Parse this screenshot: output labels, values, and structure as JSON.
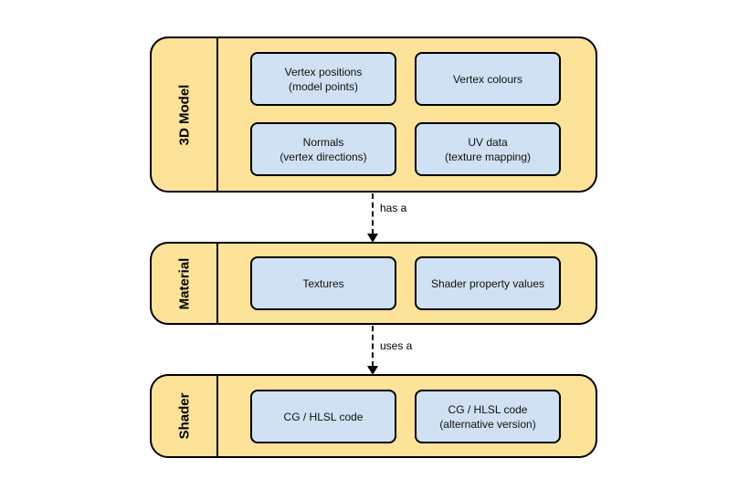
{
  "groups": [
    {
      "label": "3D Model",
      "boxes": [
        {
          "lines": [
            "Vertex positions",
            "(model points)"
          ]
        },
        {
          "lines": [
            "Vertex colours"
          ]
        },
        {
          "lines": [
            "Normals",
            "(vertex directions)"
          ]
        },
        {
          "lines": [
            "UV data",
            "(texture mapping)"
          ]
        }
      ]
    },
    {
      "label": "Material",
      "boxes": [
        {
          "lines": [
            "Textures"
          ]
        },
        {
          "lines": [
            "Shader property values"
          ]
        }
      ]
    },
    {
      "label": "Shader",
      "boxes": [
        {
          "lines": [
            "CG / HLSL code"
          ]
        },
        {
          "lines": [
            "CG / HLSL code",
            "(alternative version)"
          ]
        }
      ]
    }
  ],
  "connectors": [
    {
      "label": "has a"
    },
    {
      "label": "uses a"
    }
  ]
}
